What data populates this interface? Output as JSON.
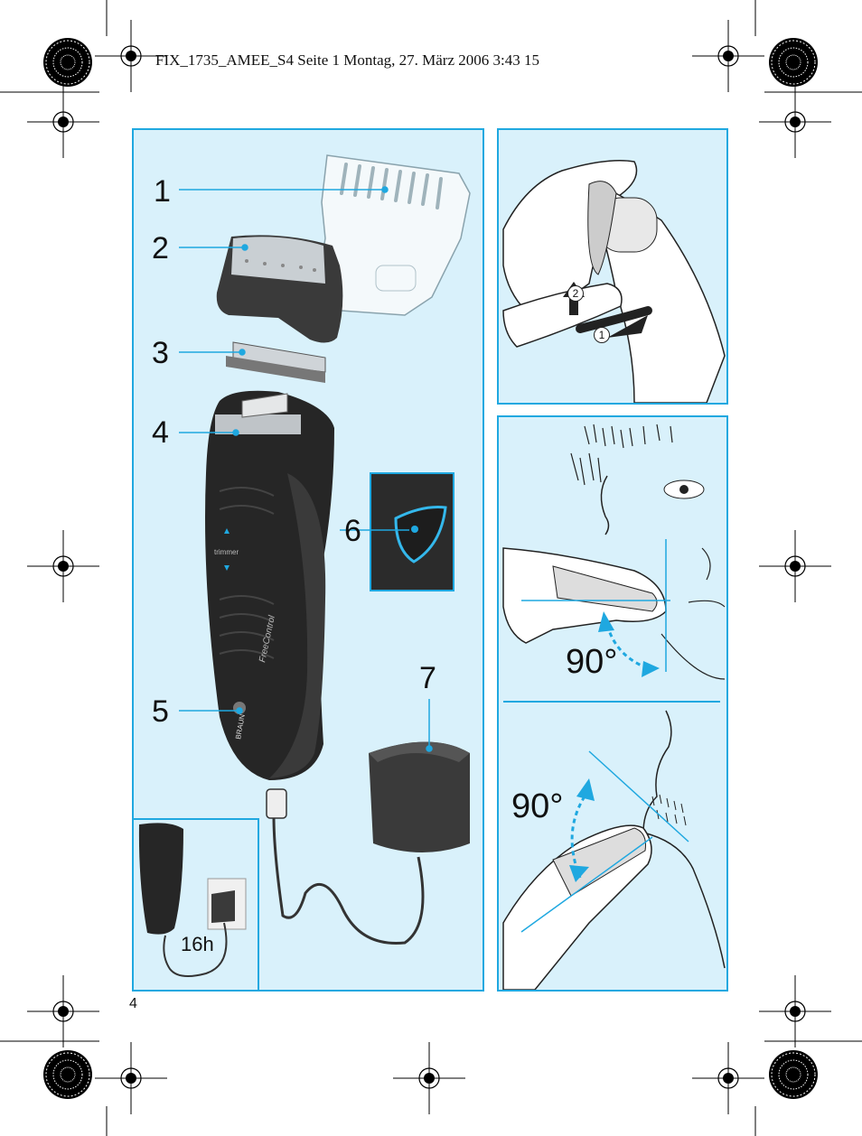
{
  "header": {
    "text": "FIX_1735_AMEE_S4  Seite 1  Montag, 27. März 2006  3:43 15"
  },
  "page_number": "4",
  "main_panel": {
    "callouts": [
      "1",
      "2",
      "3",
      "4",
      "5",
      "6",
      "7"
    ],
    "trimmer_label": "trimmer",
    "freecontrol_label": "FreeControl",
    "brand_label": "BRAUN"
  },
  "charging_inset": {
    "duration": "16h"
  },
  "cleaning_panel": {
    "step_1": "1",
    "step_2": "2"
  },
  "angle_panel": {
    "angle_top": "90°",
    "angle_bottom": "90°"
  },
  "colors": {
    "panel_border": "#1fa8e0",
    "panel_fill": "#d9f1fb",
    "arrow": "#1fa8e0"
  }
}
